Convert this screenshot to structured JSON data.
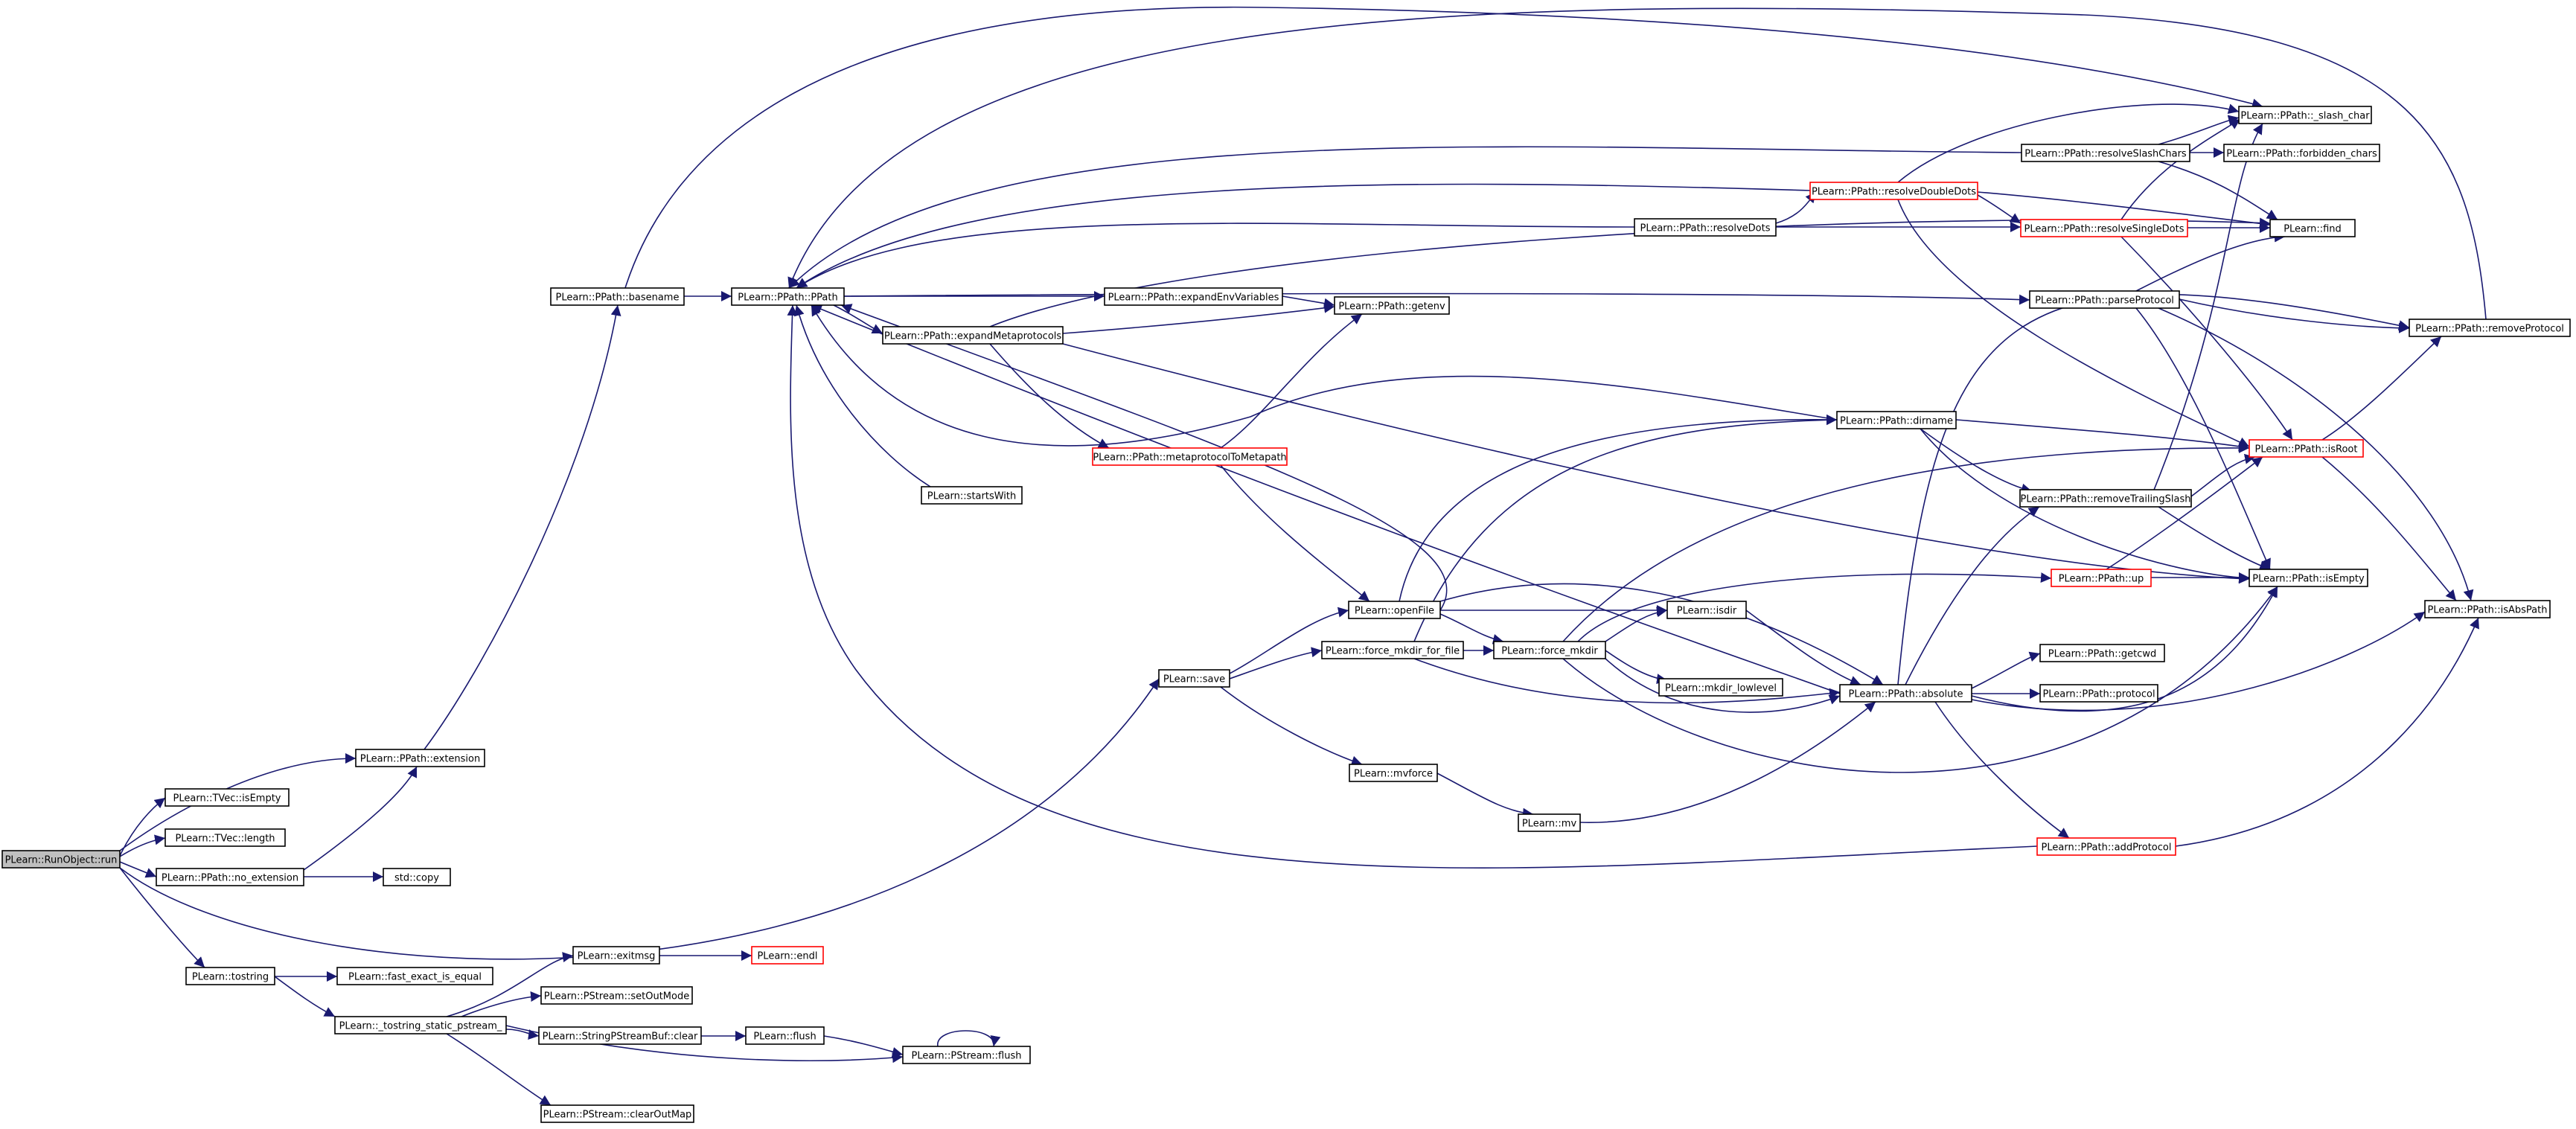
{
  "nodes": [
    {
      "id": "n1",
      "label": "PLearn::RunObject::run",
      "style": "root"
    },
    {
      "id": "n2",
      "label": "PLearn::PPath::extension",
      "style": "normal"
    },
    {
      "id": "n3",
      "label": "PLearn::TVec::isEmpty",
      "style": "normal"
    },
    {
      "id": "n4",
      "label": "PLearn::TVec::length",
      "style": "normal"
    },
    {
      "id": "n5",
      "label": "PLearn::PPath::no_extension",
      "style": "normal"
    },
    {
      "id": "n6",
      "label": "std::copy",
      "style": "normal"
    },
    {
      "id": "n7",
      "label": "PLearn::tostring",
      "style": "normal"
    },
    {
      "id": "n8",
      "label": "PLearn::fast_exact_is_equal",
      "style": "normal"
    },
    {
      "id": "n9",
      "label": "PLearn::_tostring_static_pstream_",
      "style": "normal"
    },
    {
      "id": "n10",
      "label": "PLearn::exitmsg",
      "style": "normal"
    },
    {
      "id": "n11",
      "label": "PLearn::endl",
      "style": "red"
    },
    {
      "id": "n12",
      "label": "PLearn::PStream::setOutMode",
      "style": "normal"
    },
    {
      "id": "n13",
      "label": "PLearn::StringPStreamBuf::clear",
      "style": "normal"
    },
    {
      "id": "n14",
      "label": "PLearn::flush",
      "style": "normal"
    },
    {
      "id": "n15",
      "label": "PLearn::PStream::flush",
      "style": "normal"
    },
    {
      "id": "n16",
      "label": "PLearn::PStream::clearOutMap",
      "style": "normal"
    },
    {
      "id": "n17",
      "label": "PLearn::PPath::basename",
      "style": "normal"
    },
    {
      "id": "n18",
      "label": "PLearn::PPath::PPath",
      "style": "normal"
    },
    {
      "id": "n19",
      "label": "PLearn::PPath::expandEnvVariables",
      "style": "normal"
    },
    {
      "id": "n20",
      "label": "PLearn::PPath::getenv",
      "style": "normal"
    },
    {
      "id": "n21",
      "label": "PLearn::PPath::expandMetaprotocols",
      "style": "normal"
    },
    {
      "id": "n22",
      "label": "PLearn::PPath::metaprotocolToMetapath",
      "style": "red"
    },
    {
      "id": "n23",
      "label": "PLearn::startsWith",
      "style": "normal"
    },
    {
      "id": "n24",
      "label": "PLearn::PPath::resolveDots",
      "style": "normal"
    },
    {
      "id": "n25",
      "label": "PLearn::PPath::resolveDoubleDots",
      "style": "red"
    },
    {
      "id": "n26",
      "label": "PLearn::PPath::resolveSingleDots",
      "style": "red"
    },
    {
      "id": "n27",
      "label": "PLearn::PPath::resolveSlashChars",
      "style": "normal"
    },
    {
      "id": "n28",
      "label": "PLearn::PPath::_slash_char",
      "style": "normal"
    },
    {
      "id": "n29",
      "label": "PLearn::PPath::forbidden_chars",
      "style": "normal"
    },
    {
      "id": "n30",
      "label": "PLearn::find",
      "style": "normal"
    },
    {
      "id": "n31",
      "label": "PLearn::PPath::parseProtocol",
      "style": "normal"
    },
    {
      "id": "n32",
      "label": "PLearn::PPath::removeProtocol",
      "style": "normal"
    },
    {
      "id": "n33",
      "label": "PLearn::PPath::dirname",
      "style": "normal"
    },
    {
      "id": "n34",
      "label": "PLearn::PPath::isRoot",
      "style": "red"
    },
    {
      "id": "n35",
      "label": "PLearn::PPath::removeTrailingSlash",
      "style": "normal"
    },
    {
      "id": "n36",
      "label": "PLearn::PPath::up",
      "style": "red"
    },
    {
      "id": "n37",
      "label": "PLearn::PPath::isEmpty",
      "style": "normal"
    },
    {
      "id": "n38",
      "label": "PLearn::PPath::isAbsPath",
      "style": "normal"
    },
    {
      "id": "n39",
      "label": "PLearn::save",
      "style": "normal"
    },
    {
      "id": "n40",
      "label": "PLearn::openFile",
      "style": "normal"
    },
    {
      "id": "n41",
      "label": "PLearn::force_mkdir_for_file",
      "style": "normal"
    },
    {
      "id": "n42",
      "label": "PLearn::force_mkdir",
      "style": "normal"
    },
    {
      "id": "n43",
      "label": "PLearn::isdir",
      "style": "normal"
    },
    {
      "id": "n44",
      "label": "PLearn::mkdir_lowlevel",
      "style": "normal"
    },
    {
      "id": "n45",
      "label": "PLearn::PPath::absolute",
      "style": "normal"
    },
    {
      "id": "n46",
      "label": "PLearn::PPath::getcwd",
      "style": "normal"
    },
    {
      "id": "n47",
      "label": "PLearn::PPath::protocol",
      "style": "normal"
    },
    {
      "id": "n48",
      "label": "PLearn::PPath::addProtocol",
      "style": "red"
    },
    {
      "id": "n49",
      "label": "PLearn::mvforce",
      "style": "normal"
    },
    {
      "id": "n50",
      "label": "PLearn::mv",
      "style": "normal"
    }
  ],
  "colors": {
    "edge": "#191970",
    "node_border": "#000000",
    "node_border_highlight": "#ff0000",
    "root_fill": "#bfbfbf",
    "node_fill": "#ffffff"
  }
}
